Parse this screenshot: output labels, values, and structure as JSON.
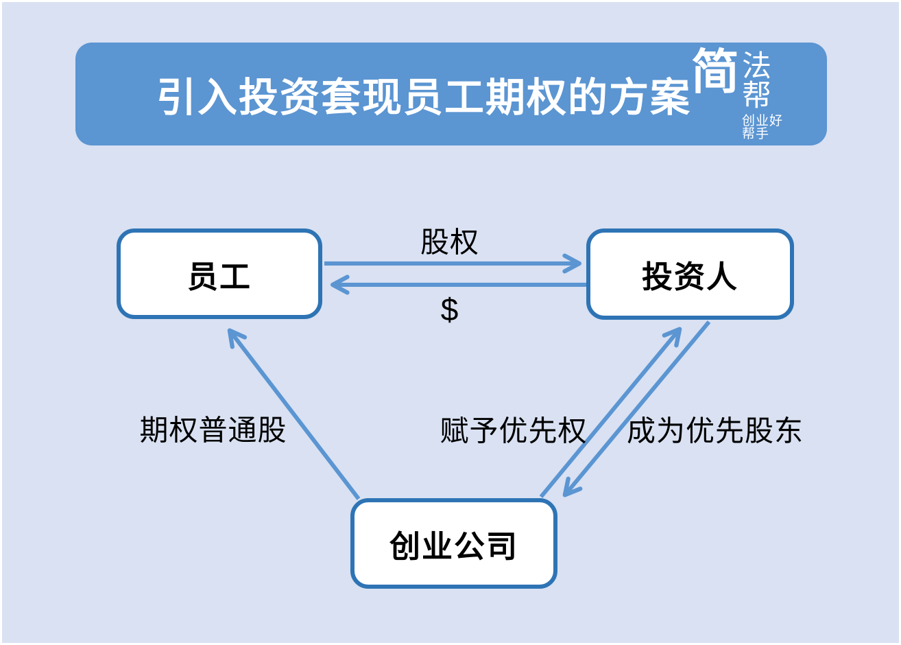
{
  "header": {
    "title": "引入投资套现员工期权的方案",
    "logo": {
      "main": "简",
      "name": "法帮",
      "tagline": "创业好帮手"
    }
  },
  "diagram": {
    "nodes": [
      {
        "id": "employee",
        "label": "员工"
      },
      {
        "id": "investor",
        "label": "投资人"
      },
      {
        "id": "startup",
        "label": "创业公司"
      }
    ],
    "edges": [
      {
        "from": "employee",
        "to": "investor",
        "label": "股权"
      },
      {
        "from": "investor",
        "to": "employee",
        "label": "$"
      },
      {
        "from": "startup",
        "to": "employee",
        "label": "期权普通股"
      },
      {
        "from": "startup",
        "to": "investor",
        "label": "赋予优先权"
      },
      {
        "from": "investor",
        "to": "startup",
        "label": "成为优先股东"
      }
    ]
  },
  "colors": {
    "background": "#d9e1f2",
    "banner": "#5b95d2",
    "arrow": "#5b95d2",
    "node_border": "#2e74b5",
    "node_fill": "#ffffff",
    "title_text": "#ffffff",
    "label_text": "#000000"
  }
}
